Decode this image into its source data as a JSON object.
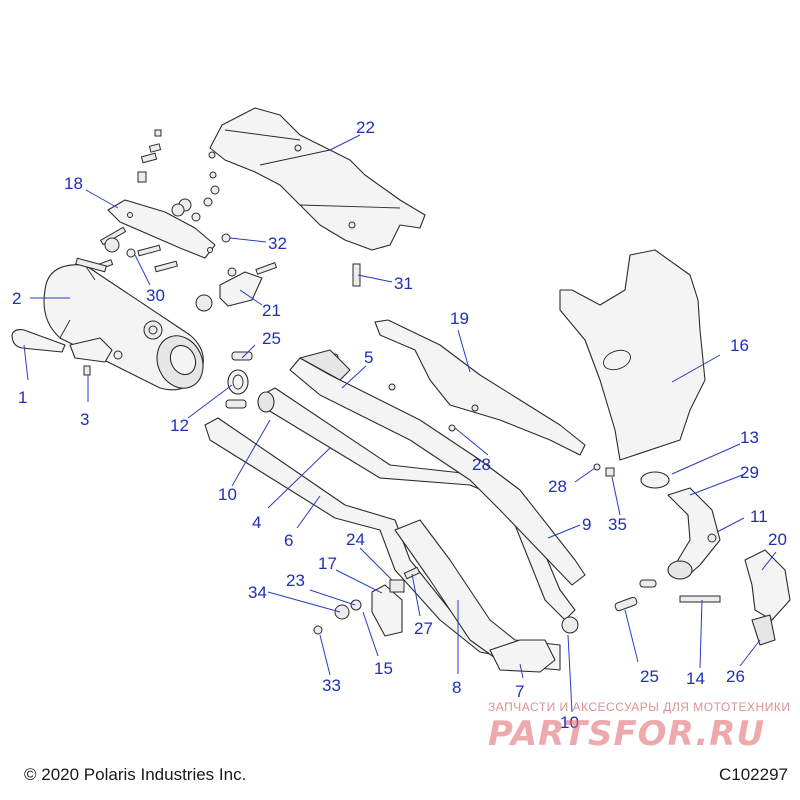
{
  "diagram": {
    "callouts": [
      {
        "id": "c1",
        "label": "1"
      },
      {
        "id": "c2",
        "label": "2"
      },
      {
        "id": "c3",
        "label": "3"
      },
      {
        "id": "c4",
        "label": "4"
      },
      {
        "id": "c5",
        "label": "5"
      },
      {
        "id": "c6",
        "label": "6"
      },
      {
        "id": "c7",
        "label": "7"
      },
      {
        "id": "c8",
        "label": "8"
      },
      {
        "id": "c9",
        "label": "9"
      },
      {
        "id": "c10a",
        "label": "10"
      },
      {
        "id": "c10b",
        "label": "10"
      },
      {
        "id": "c11",
        "label": "11"
      },
      {
        "id": "c12",
        "label": "12"
      },
      {
        "id": "c13",
        "label": "13"
      },
      {
        "id": "c14",
        "label": "14"
      },
      {
        "id": "c15",
        "label": "15"
      },
      {
        "id": "c16",
        "label": "16"
      },
      {
        "id": "c17",
        "label": "17"
      },
      {
        "id": "c18",
        "label": "18"
      },
      {
        "id": "c19",
        "label": "19"
      },
      {
        "id": "c20",
        "label": "20"
      },
      {
        "id": "c21",
        "label": "21"
      },
      {
        "id": "c22",
        "label": "22"
      },
      {
        "id": "c23",
        "label": "23"
      },
      {
        "id": "c24",
        "label": "24"
      },
      {
        "id": "c25a",
        "label": "25"
      },
      {
        "id": "c25b",
        "label": "25"
      },
      {
        "id": "c26",
        "label": "26"
      },
      {
        "id": "c27",
        "label": "27"
      },
      {
        "id": "c28a",
        "label": "28"
      },
      {
        "id": "c28b",
        "label": "28"
      },
      {
        "id": "c29",
        "label": "29"
      },
      {
        "id": "c30",
        "label": "30"
      },
      {
        "id": "c31",
        "label": "31"
      },
      {
        "id": "c32",
        "label": "32"
      },
      {
        "id": "c33",
        "label": "33"
      },
      {
        "id": "c34",
        "label": "34"
      },
      {
        "id": "c35",
        "label": "35"
      }
    ]
  },
  "footer": {
    "copyright": "© 2020 Polaris Industries Inc.",
    "figure_id": "C102297"
  },
  "watermark": {
    "tagline": "ЗАПЧАСТИ И АКСЕССУАРЫ ДЛЯ МОТОТЕХНИКИ",
    "logo": "PARTSFOR.RU"
  },
  "colors": {
    "callout": "#1f2fb8",
    "line": "#2b2b2b",
    "watermark": "#e0646a"
  }
}
